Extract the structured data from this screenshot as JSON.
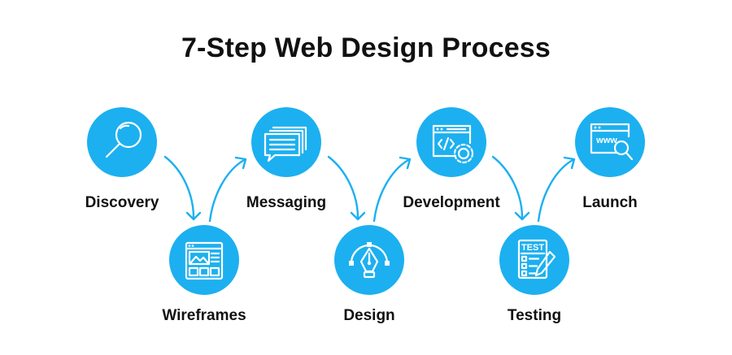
{
  "title": "7-Step Web Design Process",
  "accent_color": "#1cb0f0",
  "steps": [
    {
      "label": "Discovery",
      "icon": "magnifier-icon"
    },
    {
      "label": "Wireframes",
      "icon": "wireframe-icon"
    },
    {
      "label": "Messaging",
      "icon": "messages-icon"
    },
    {
      "label": "Design",
      "icon": "pen-tool-icon"
    },
    {
      "label": "Development",
      "icon": "code-browser-gear-icon"
    },
    {
      "label": "Testing",
      "icon": "test-checklist-icon"
    },
    {
      "label": "Launch",
      "icon": "www-search-icon"
    }
  ],
  "icon_text": {
    "test": "TEST",
    "www": "www"
  }
}
